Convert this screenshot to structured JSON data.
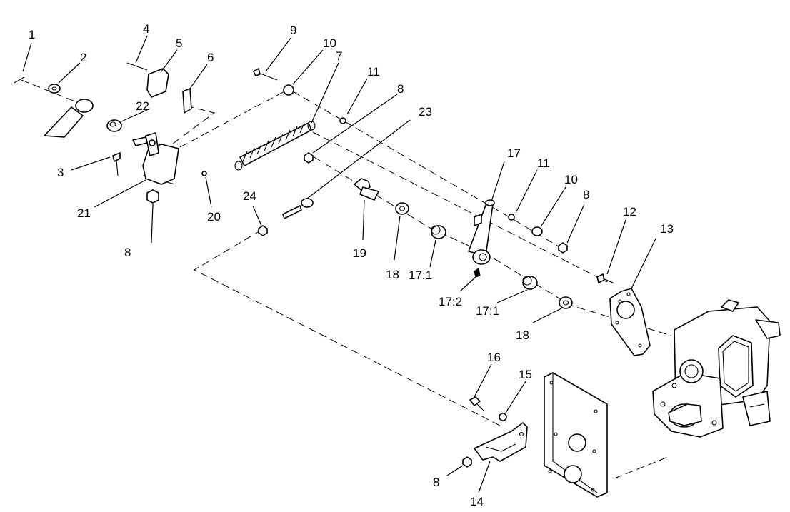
{
  "callouts": {
    "c1": "1",
    "c2": "2",
    "c3": "3",
    "c4": "4",
    "c5": "5",
    "c6": "6",
    "c7": "7",
    "c8a": "8",
    "c8b": "8",
    "c8c": "8",
    "c8d": "8",
    "c9": "9",
    "c10a": "10",
    "c10b": "10",
    "c11a": "11",
    "c11b": "11",
    "c12": "12",
    "c13": "13",
    "c14": "14",
    "c15": "15",
    "c16": "16",
    "c17": "17",
    "c17_1a": "17:1",
    "c17_1b": "17:1",
    "c17_2": "17:2",
    "c18a": "18",
    "c18b": "18",
    "c19": "19",
    "c20": "20",
    "c21": "21",
    "c22": "22",
    "c23": "23",
    "c24": "24"
  },
  "colors": {
    "ink": "#000000",
    "paper": "#ffffff"
  }
}
